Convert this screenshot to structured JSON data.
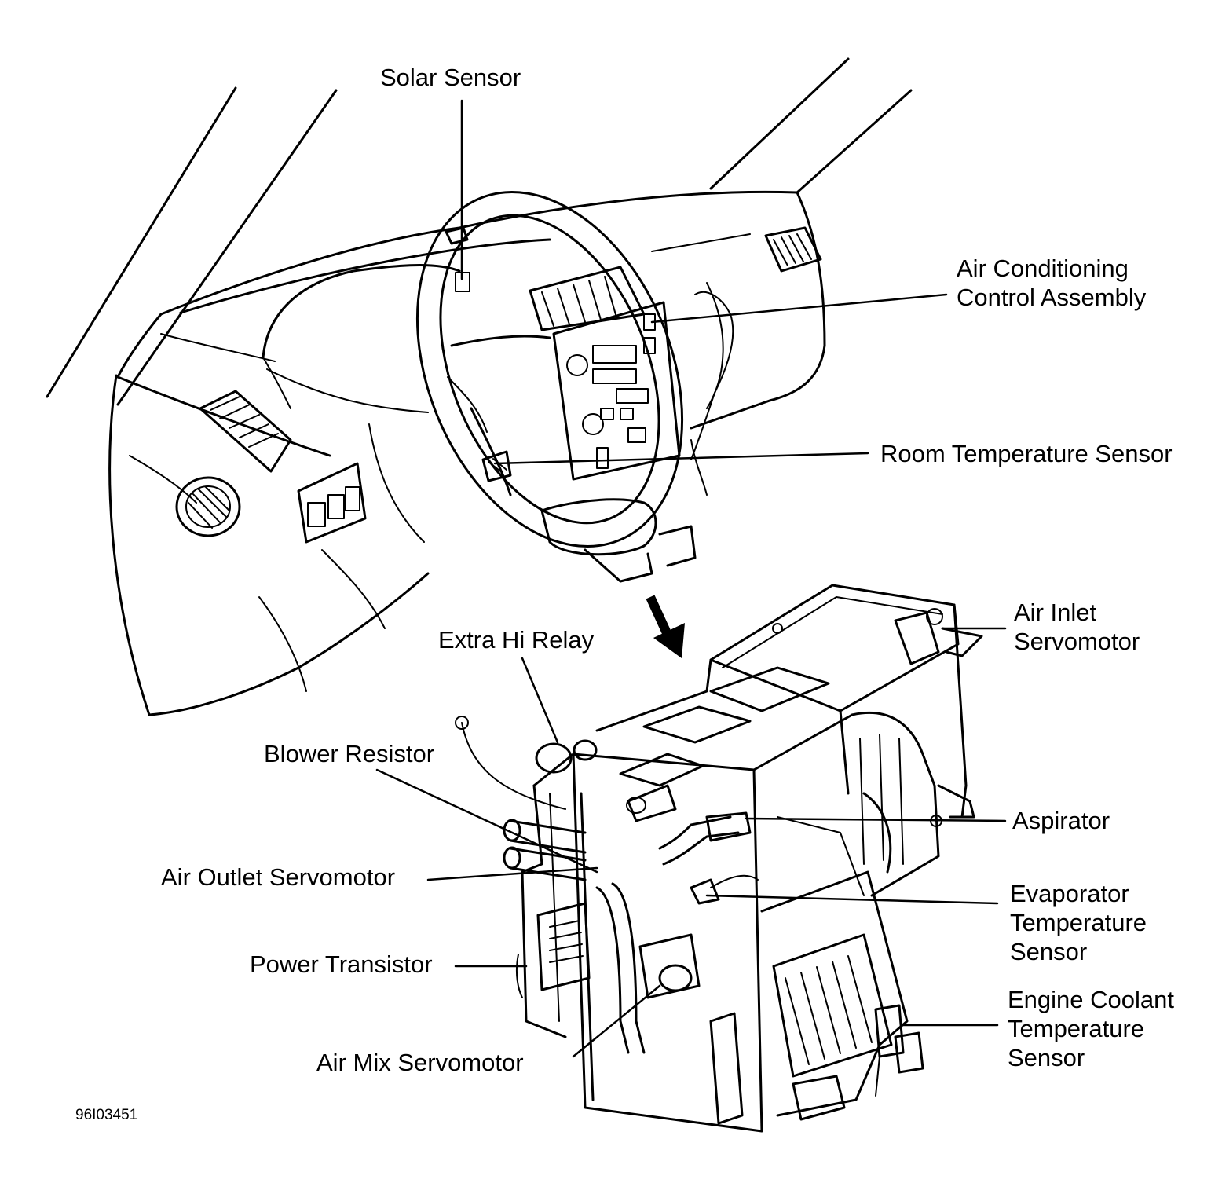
{
  "labels": {
    "solar_sensor": "Solar Sensor",
    "ac_control_line1": "Air Conditioning",
    "ac_control_line2": "Control Assembly",
    "room_temp_sensor": "Room Temperature Sensor",
    "extra_hi_relay": "Extra Hi Relay",
    "air_inlet_line1": "Air Inlet",
    "air_inlet_line2": "Servomotor",
    "blower_resistor": "Blower Resistor",
    "aspirator": "Aspirator",
    "air_outlet_servomotor": "Air Outlet Servomotor",
    "evaporator_line1": "Evaporator",
    "evaporator_line2": "Temperature",
    "evaporator_line3": "Sensor",
    "power_transistor": "Power Transistor",
    "engine_coolant_line1": "Engine Coolant",
    "engine_coolant_line2": "Temperature",
    "engine_coolant_line3": "Sensor",
    "air_mix_servomotor": "Air Mix Servomotor"
  },
  "figure_code": "96I03451",
  "colors": {
    "ink": "#000000",
    "paper": "#ffffff"
  }
}
